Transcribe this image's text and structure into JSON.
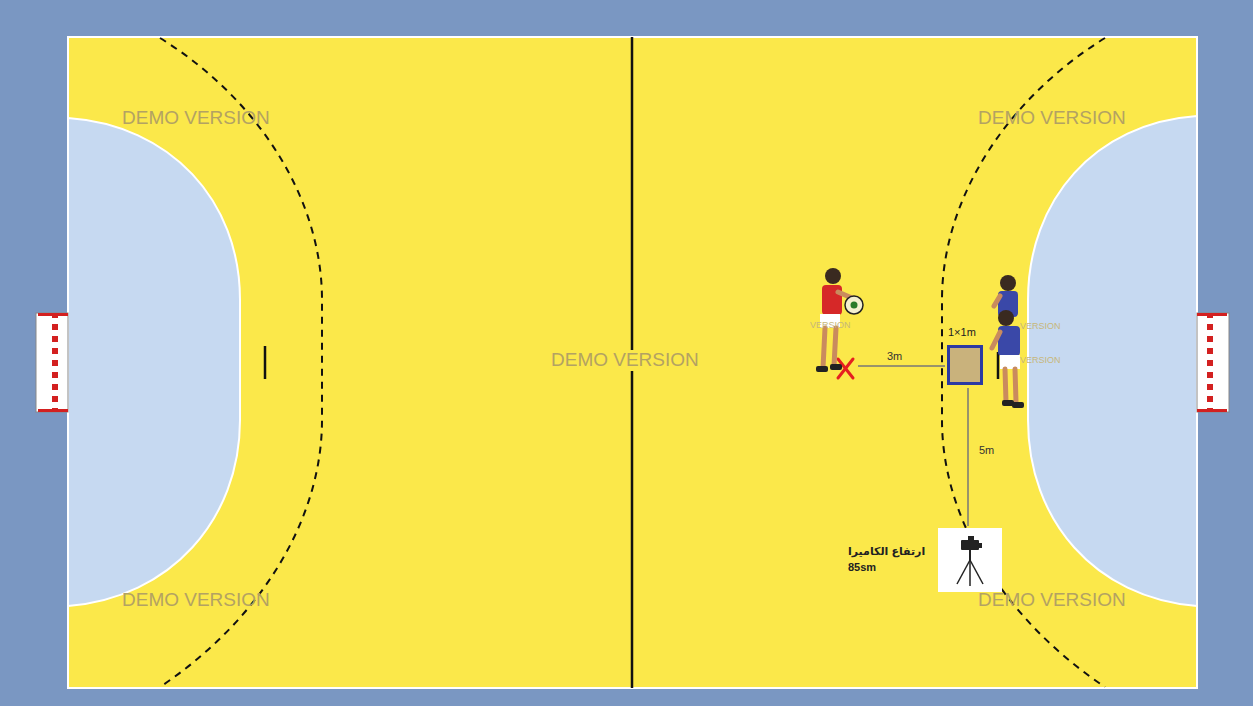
{
  "diagram": {
    "nodes": [
      {
        "text": [
          "1×1m"
        ]
      }
    ],
    "labels": [
      "DEMO VERSION",
      "DEMO VERSION",
      "DEMO VERSION",
      "DEMO VERSION",
      "DEMO VERSION",
      "VERSION",
      "VERSION",
      "VERSION",
      "3m",
      "5m",
      "ارتفاع الكاميرا",
      "85sm"
    ]
  }
}
